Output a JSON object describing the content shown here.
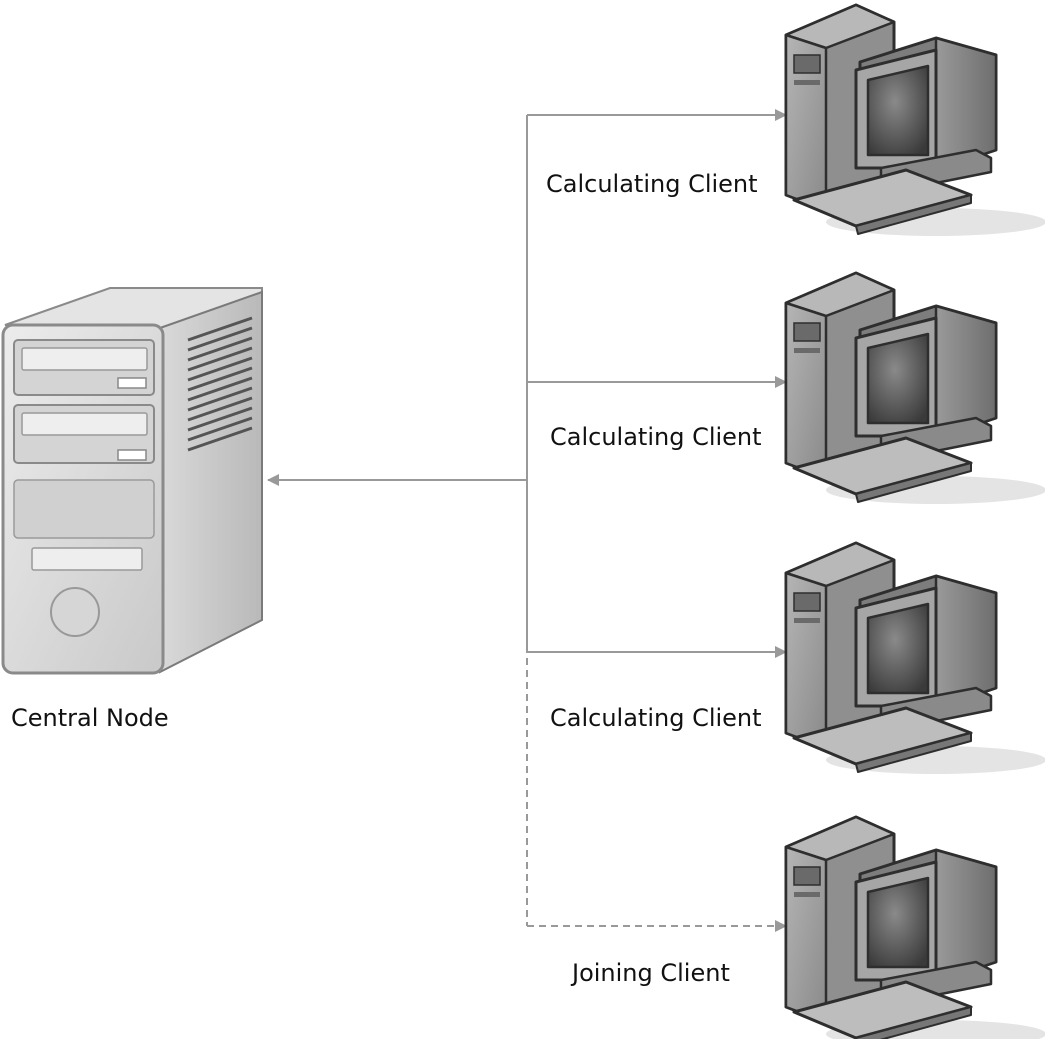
{
  "diagram": {
    "central": {
      "label": "Central Node",
      "icon": "server-tower-icon"
    },
    "clients": [
      {
        "label": "Calculating Client",
        "icon": "desktop-computer-icon",
        "connection": "solid"
      },
      {
        "label": "Calculating Client",
        "icon": "desktop-computer-icon",
        "connection": "solid"
      },
      {
        "label": "Calculating Client",
        "icon": "desktop-computer-icon",
        "connection": "solid"
      },
      {
        "label": "Joining Client",
        "icon": "desktop-computer-icon",
        "connection": "dashed"
      }
    ],
    "colors": {
      "connector": "#999999",
      "text": "#111111"
    }
  }
}
